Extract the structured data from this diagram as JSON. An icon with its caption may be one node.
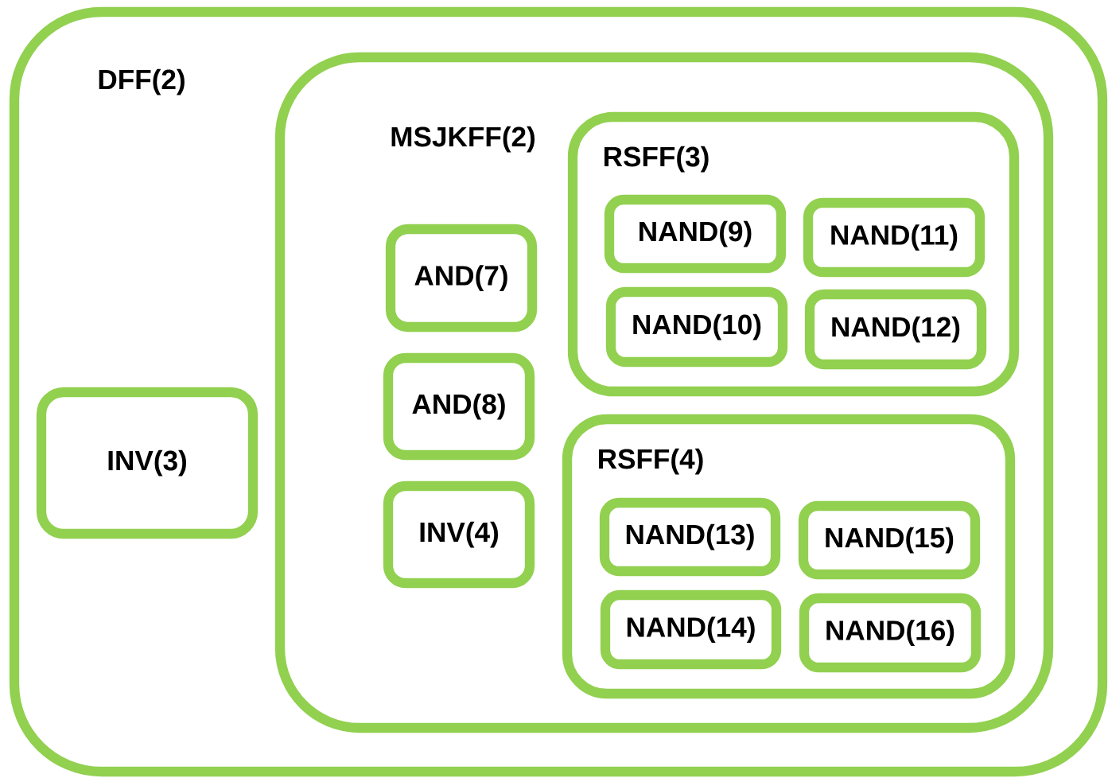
{
  "diagram": {
    "nodes": [
      {
        "text": [
          "DFF(2)"
        ]
      },
      {
        "text": [
          "MSJKFF(2)"
        ],
        "in": 0
      },
      {
        "text": [
          "RSFF(3)"
        ],
        "in": 1
      },
      {
        "text": [
          "NAND(9)"
        ],
        "in": 2
      },
      {
        "text": [
          "NAND(11)"
        ],
        "in": 2
      },
      {
        "text": [
          "NAND(10)"
        ],
        "in": 2
      },
      {
        "text": [
          "NAND(12)"
        ],
        "in": 2
      },
      {
        "text": [
          "AND(7)"
        ],
        "in": 1
      },
      {
        "text": [
          "AND(8)"
        ],
        "in": 1
      },
      {
        "text": [
          "INV(4)"
        ],
        "in": 1
      },
      {
        "text": [
          "RSFF(4)"
        ],
        "in": 1
      },
      {
        "text": [
          "NAND(13)"
        ],
        "in": 10
      },
      {
        "text": [
          "NAND(15)"
        ],
        "in": 10
      },
      {
        "text": [
          "NAND(14)"
        ],
        "in": 10
      },
      {
        "text": [
          "NAND(16)"
        ],
        "in": 10
      },
      {
        "text": [
          "INV(3)"
        ],
        "in": 0
      }
    ],
    "edges": []
  }
}
